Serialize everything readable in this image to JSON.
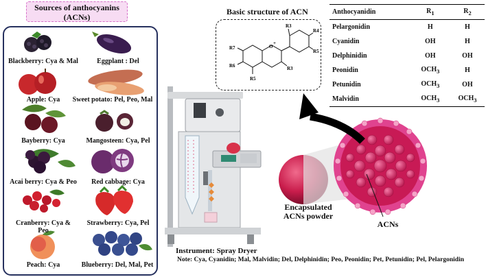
{
  "sources": {
    "title_line1": "Sources of anthocyanins",
    "title_line2": "(ACNs)",
    "foods": [
      {
        "caption": "Blackberry: Cya & Mal",
        "icon": "blackberry-icon"
      },
      {
        "caption": "Eggplant : Del",
        "icon": "eggplant-icon"
      },
      {
        "caption": "Apple: Cya",
        "icon": "apple-icon"
      },
      {
        "caption": "Sweet potato: Pel, Peo, Mal",
        "icon": "sweet-potato-icon"
      },
      {
        "caption": "Bayberry: Cya",
        "icon": "bayberry-icon"
      },
      {
        "caption": "Mangosteen: Cya, Pel",
        "icon": "mangosteen-icon"
      },
      {
        "caption": "Acai berry: Cya & Peo",
        "icon": "acai-berry-icon"
      },
      {
        "caption": "Red cabbage: Cya",
        "icon": "red-cabbage-icon"
      },
      {
        "caption_line1": "Cranberry: Cya &",
        "caption_line2": "Peo",
        "icon": "cranberry-icon"
      },
      {
        "caption": "Strawberry: Cya, Pel",
        "icon": "strawberry-icon"
      },
      {
        "caption": "Peach: Cya",
        "icon": "peach-icon"
      },
      {
        "caption": "Blueberry: Del, Mal, Pet",
        "icon": "blueberry-icon"
      }
    ]
  },
  "structure": {
    "title": "Basic structure of ACN",
    "labels": {
      "r3_top": "R3",
      "r4": "R4",
      "r5_right": "R5",
      "r7": "R7",
      "r6": "R6",
      "r3_ring": "R3",
      "r5_bottom": "R5",
      "oxonium": "O",
      "plus": "+"
    }
  },
  "table": {
    "headers": [
      "Anthocyanidin",
      "R",
      "R"
    ],
    "header_subs": [
      "",
      "1",
      "2"
    ],
    "rows": [
      {
        "name": "Pelargonidin",
        "r1": "H",
        "r2": "H"
      },
      {
        "name": "Cyanidin",
        "r1": "OH",
        "r2": "H"
      },
      {
        "name": "Delphinidin",
        "r1": "OH",
        "r2": "OH"
      },
      {
        "name": "Peonidin",
        "r1": "OCH",
        "r1_sub": "3",
        "r2": "H"
      },
      {
        "name": "Petunidin",
        "r1": "OCH",
        "r1_sub": "3",
        "r2": "OH"
      },
      {
        "name": "Malvidin",
        "r1": "OCH",
        "r1_sub": "3",
        "r2": "OCH",
        "r2_sub": "3"
      }
    ]
  },
  "labels": {
    "encapsulated_line1": "Encapsulated",
    "encapsulated_line2": "ACNs powder",
    "acns": "ACNs",
    "instrument": "Instrument: Spray Dryer"
  },
  "note": "Note: Cya, Cyanidin; Mal, Malvidin; Del, Delphinidin; Peo, Peonidin; Pet, Petunidin; Pel, Pelargonidin",
  "colors": {
    "panel_border": "#26305e",
    "title_bg": "#f7dcf3",
    "title_border": "#d66fc8",
    "sphere": "#c91d4c",
    "particle_outer": "#e0438f",
    "arrow": "#000000"
  }
}
